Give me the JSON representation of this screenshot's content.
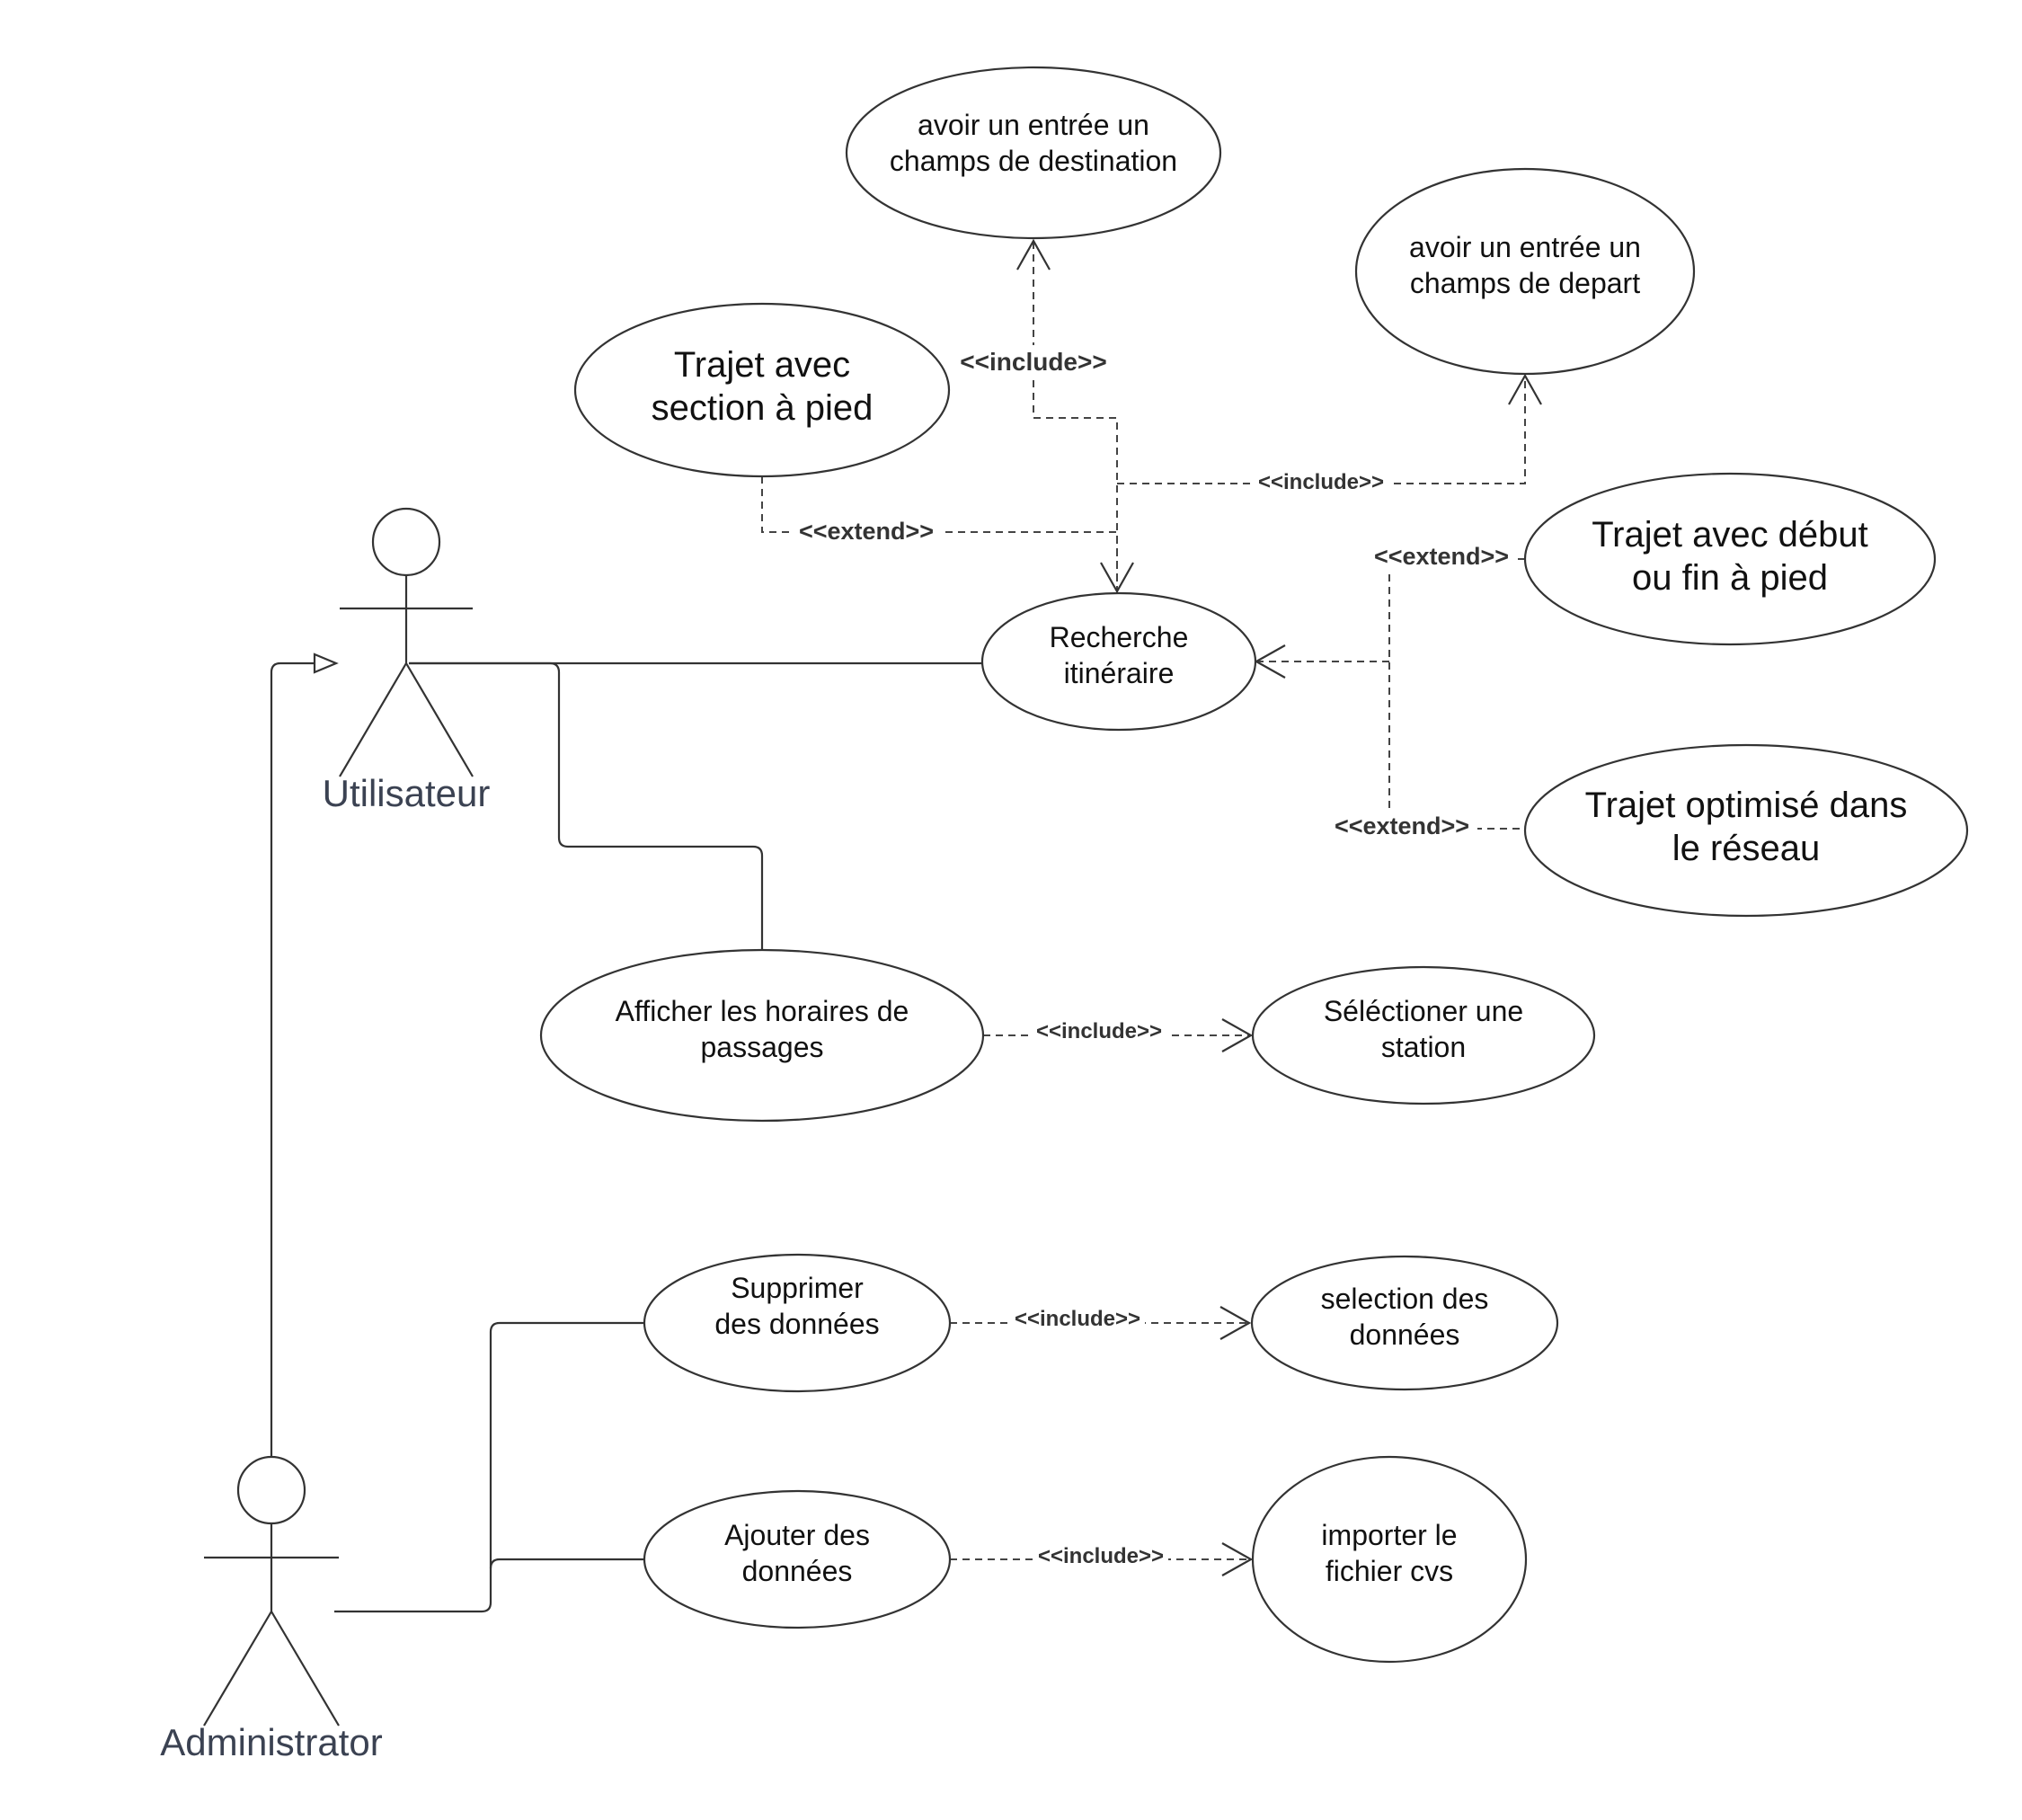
{
  "actors": {
    "utilisateur": "Utilisateur",
    "administrator": "Administrator"
  },
  "use_cases": {
    "champs_destination": [
      "avoir un entrée un",
      "champs de destination"
    ],
    "champs_depart": [
      "avoir un entrée un",
      "champs de depart"
    ],
    "section_pied": [
      "Trajet avec",
      "section à pied"
    ],
    "debut_fin_pied": [
      "Trajet avec début",
      "ou fin à pied"
    ],
    "recherche": [
      "Recherche",
      "itinéraire"
    ],
    "optimise": [
      "Trajet optimisé dans",
      "le réseau"
    ],
    "horaires": [
      "Afficher les horaires de",
      "passages"
    ],
    "station": [
      "Séléctioner une",
      "station"
    ],
    "supprimer": [
      "Supprimer",
      "des données"
    ],
    "selection": [
      "selection des",
      "données"
    ],
    "ajouter": [
      "Ajouter des",
      "données"
    ],
    "importer": [
      "importer le",
      "fichier cvs"
    ]
  },
  "stereotypes": {
    "include_destination": "<<include>>",
    "include_depart": "<<include>>",
    "extend_section": "<<extend>>",
    "extend_debut": "<<extend>>",
    "extend_optimise": "<<extend>>",
    "include_station": "<<include>>",
    "include_selection": "<<include>>",
    "include_importer": "<<include>>"
  },
  "colors": {
    "stroke": "#333333",
    "actor_label": "#3b4252",
    "background": "#ffffff"
  }
}
